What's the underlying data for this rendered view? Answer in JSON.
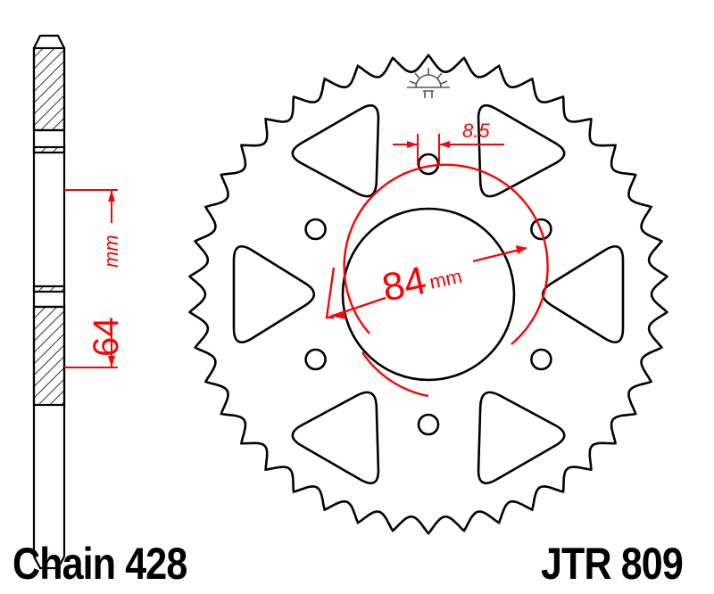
{
  "diagram": {
    "type": "technical drawing — rear chain sprocket",
    "labels": {
      "chain": "Chain 428",
      "part_number": "JTR 809"
    },
    "dimensions": {
      "hub_offset": {
        "value": "64",
        "unit": "mm"
      },
      "bolt_circle": {
        "value": "84",
        "unit": "mm"
      },
      "bolt_hole": {
        "value": "8.5"
      }
    },
    "geometry": {
      "teeth": 42,
      "bolt_holes": 6,
      "cutouts": 6
    },
    "colors": {
      "line": "#000000",
      "dimension": "#ff0000",
      "background": "#ffffff",
      "logo": "#555555"
    },
    "icons": [
      "jt-sun-logo-icon"
    ]
  }
}
